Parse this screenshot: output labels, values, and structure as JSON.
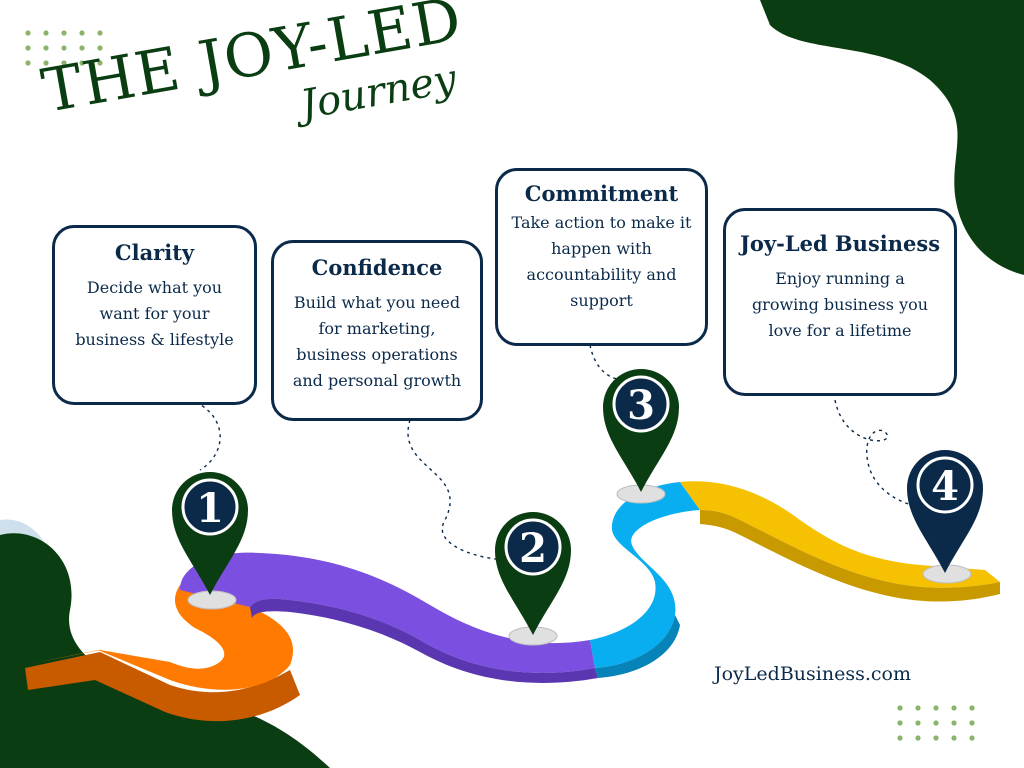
{
  "title": {
    "main": "THE JOY-LED",
    "script": "Journey"
  },
  "steps": [
    {
      "number": "1",
      "heading": "Clarity",
      "text": [
        "Decide what you",
        "want for your",
        "business & lifestyle"
      ],
      "color": "#ff7a00"
    },
    {
      "number": "2",
      "heading": "Confidence",
      "text": [
        "Build what you need",
        "for marketing,",
        "business operations",
        "and personal growth"
      ],
      "color": "#7b4fe0"
    },
    {
      "number": "3",
      "heading": "Commitment",
      "text": [
        "Take action to make it",
        "happen with",
        "accountability and",
        "support"
      ],
      "color": "#08aef0"
    },
    {
      "number": "4",
      "heading": "Joy-Led Business",
      "text": [
        "Enjoy running a",
        "growing business you",
        "love for a lifetime"
      ],
      "color": "#f5c100"
    }
  ],
  "footer": {
    "url": "JoyLedBusiness.com"
  },
  "colors": {
    "dark_green": "#0b3d12",
    "navy": "#0b2a4a",
    "dot_green": "#8bb46a",
    "light_blue": "#cfe0ec"
  }
}
